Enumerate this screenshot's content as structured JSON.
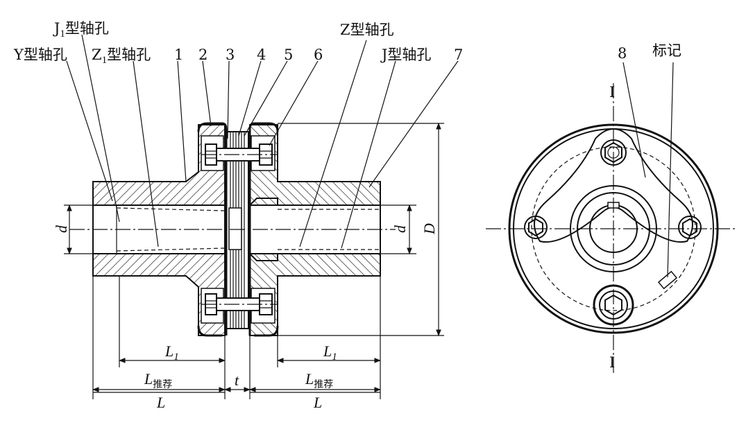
{
  "part_labels": {
    "j1_hole": "J",
    "j1_hole_sub": "1",
    "j1_hole_suffix": "型轴孔",
    "y_hole": "Y型轴孔",
    "z1_hole": "Z",
    "z1_hole_sub": "1",
    "z1_hole_suffix": "型轴孔",
    "z_hole": "Z型轴孔",
    "j_hole": "J型轴孔",
    "n1": "1",
    "n2": "2",
    "n3": "3",
    "n4": "4",
    "n5": "5",
    "n6": "6",
    "n7": "7",
    "n8": "8",
    "mark": "标记"
  },
  "dimensions": {
    "d_left": "d",
    "d_right": "d",
    "D": "D",
    "L1_left": "L",
    "L1_left_sub": "1",
    "L1_right": "L",
    "L1_right_sub": "1",
    "Lrec_left": "L",
    "Lrec_left_sub": "推荐",
    "Lrec_right": "L",
    "Lrec_right_sub": "推荐",
    "t": "t",
    "L_left": "L",
    "L_right": "L"
  },
  "section_marks": {
    "top": "I",
    "bottom": "I"
  }
}
